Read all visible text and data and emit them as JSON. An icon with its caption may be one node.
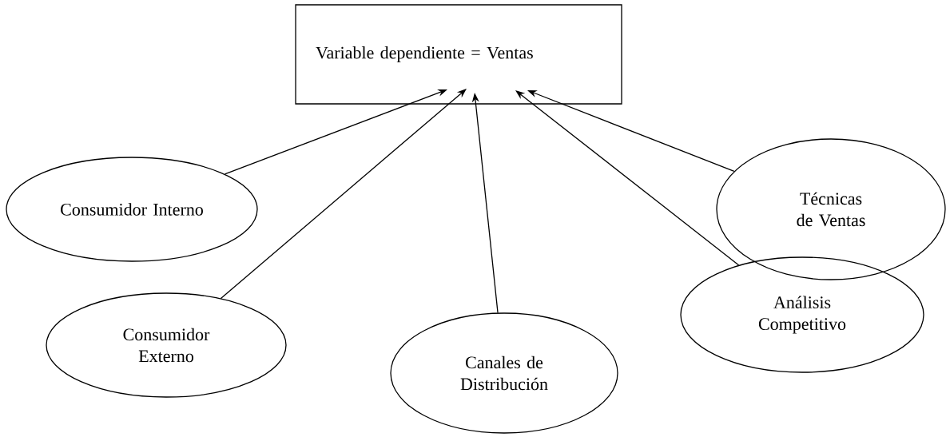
{
  "diagram": {
    "nodes": [
      {
        "text": [
          "Variable dependiente =  Ventas"
        ]
      },
      {
        "text": [
          "Consumidor Interno"
        ]
      },
      {
        "text": [
          "Consumidor Externo"
        ]
      },
      {
        "text": [
          "Canales de Distribución"
        ]
      },
      {
        "text": [
          "Análisis Competitivo"
        ]
      },
      {
        "text": [
          "Técnicas de Ventas"
        ]
      }
    ],
    "edges": [
      {
        "from": 1,
        "to": 0,
        "arrow": "to"
      },
      {
        "from": 2,
        "to": 0,
        "arrow": "to"
      },
      {
        "from": 3,
        "to": 0,
        "arrow": "to"
      },
      {
        "from": 4,
        "to": 0,
        "arrow": "to"
      },
      {
        "from": 5,
        "to": 0,
        "arrow": "to"
      }
    ]
  }
}
